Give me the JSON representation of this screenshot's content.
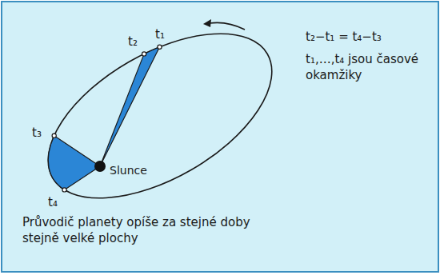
{
  "diagram": {
    "caption": "Průvodič planety opíše za stejné doby stejně velké plochy",
    "labels": [
      "t₁",
      "t₂",
      "t₃",
      "t₄",
      "Slunce",
      "t₂−t₁ = t₄−t₃",
      "t₁,…,t₄ jsou časové okamžiky"
    ]
  }
}
